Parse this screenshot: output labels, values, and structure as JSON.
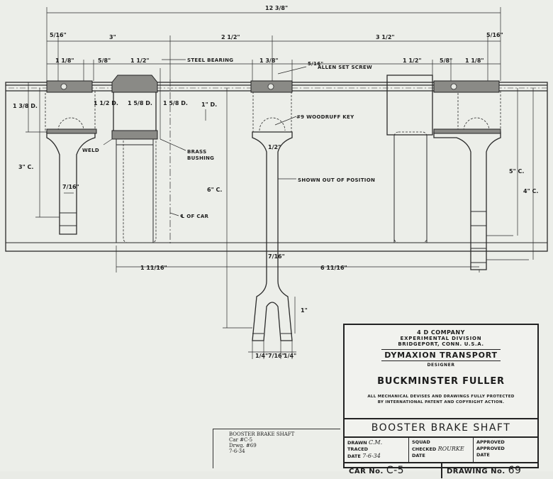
{
  "dimensions": {
    "overall": "12 3/8\"",
    "left_flange": "5/16\"",
    "span_a": "3\"",
    "span_b": "2 1/2\"",
    "span_c": "3 1/2\"",
    "right_flange": "5/16\"",
    "hub_left": "1 1/8\"",
    "hub_left_gap": "5/8\"",
    "bearing_len": "1 1/2\"",
    "hub_center": "1 3/8\"",
    "hub_right_a": "1 1/2\"",
    "hub_right_b": "5/8\"",
    "hub_right_c": "1 1/8\"",
    "shaft_dia_1": "1 3/8 D.",
    "shaft_dia_2": "1 1/2 D.",
    "shaft_dia_3": "1 5/8 D.",
    "shaft_dia_4": "1 5/8 D.",
    "shaft_dia_5": "1\" D.",
    "arm_left_len": "3\" C.",
    "arm_left_w": "7/16\"",
    "arm_center_len": "6\" C.",
    "arm_center_w": "1/2\"",
    "arm_center_w2": "7/16\"",
    "arm_right_len_a": "5\" C.",
    "arm_right_len_b": "4\" C.",
    "offset_left": "1 11/16\"",
    "offset_right": "6 11/16\"",
    "fork_depth": "1\"",
    "fork_a": "1/4\"",
    "fork_b": "7/16\"",
    "fork_c": "1/4\""
  },
  "notes": {
    "steel_bearing": "STEEL BEARING",
    "set_screw": "ALLEN SET SCREW",
    "set_screw_size": "5/16\"",
    "woodruff": "#9 WOODRUFF KEY",
    "weld": "WELD",
    "brass": "BRASS",
    "bushing": "BUSHING",
    "shown_out": "SHOWN OUT OF POSITION",
    "car_center": "℄ OF CAR"
  },
  "title_block": {
    "company": "4 D COMPANY",
    "division": "EXPERIMENTAL DIVISION",
    "address": "BRIDGEPORT, CONN. U.S.A.",
    "project": "DYMAXION TRANSPORT",
    "role": "DESIGNER",
    "designer": "BUCKMINSTER FULLER",
    "notice_1": "ALL MECHANICAL DEVISES AND DRAWINGS FULLY PROTECTED",
    "notice_2": "BY INTERNATIONAL PATENT AND COPYRIGHT ACTION.",
    "drawing_title": "BOOSTER BRAKE SHAFT",
    "drawn_label": "DRAWN",
    "drawn_val": "C.M.",
    "traced_label": "TRACED",
    "date_label": "DATE",
    "date_val": "7-6-34",
    "squad_label": "SQUAD",
    "checked_label": "CHECKED",
    "checked_val": "ROURKE",
    "date2_label": "DATE",
    "approved_label": "APPROVED",
    "approved2_label": "APPROVED",
    "date3_label": "DATE",
    "car_label": "CAR No.",
    "car_val": "C-5",
    "dwg_label": "DRAWING No.",
    "dwg_val": "69"
  },
  "stamp": {
    "line1": "BOOSTER BRAKE SHAFT",
    "line2": "Car #C-5",
    "line3": "Drwg. #69",
    "line4": "7-6-34"
  }
}
